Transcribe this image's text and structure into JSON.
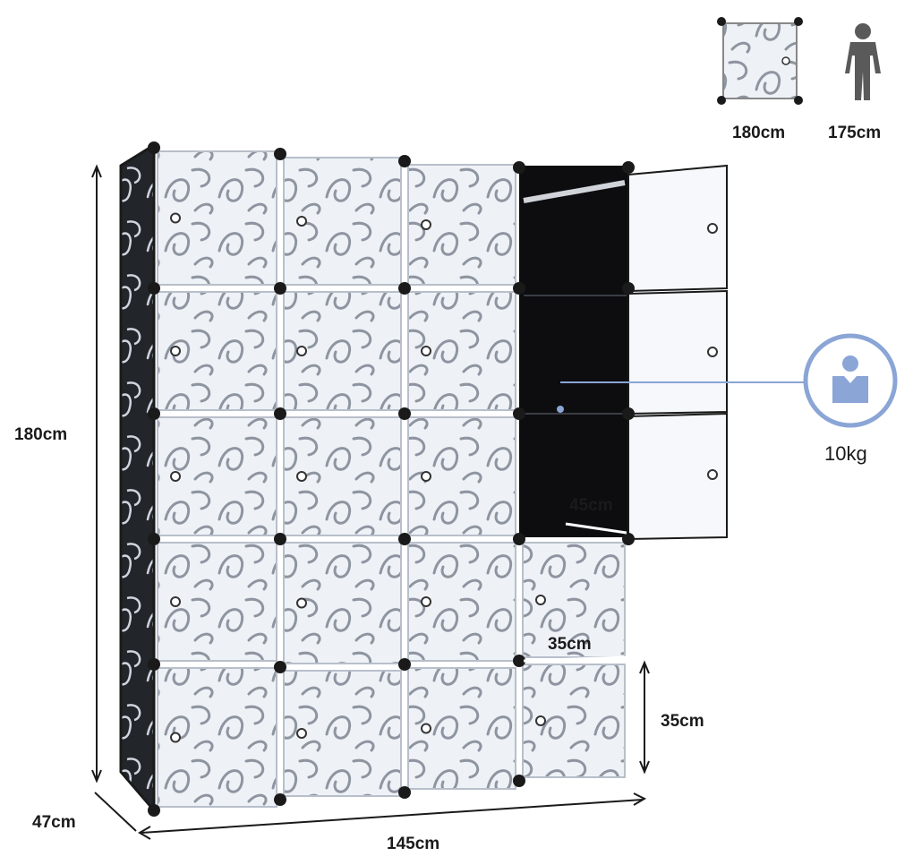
{
  "labels": {
    "height": "180cm",
    "depth": "47cm",
    "width": "145cm",
    "cube_height": "35cm",
    "cube_width": "35cm",
    "rail_depth": "45cm",
    "load": "10kg",
    "legend_cabinet": "180cm",
    "legend_person": "175cm"
  },
  "colors": {
    "frame": "#1a1a1a",
    "door_fill": "#e9eef5",
    "swirl": "#8e95a0",
    "load_accent": "#8aa5d6"
  },
  "icons": [
    "person-icon",
    "weight-load-icon",
    "cabinet-thumbnail-icon"
  ]
}
